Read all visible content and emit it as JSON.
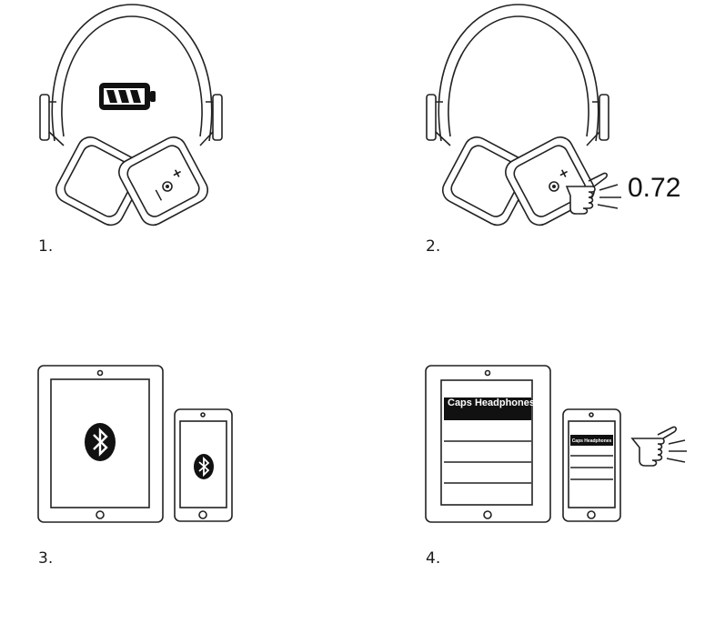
{
  "steps": [
    {
      "number": "1.",
      "icon": "battery-charging-icon"
    },
    {
      "number": "2.",
      "icon": "press-button-hand-icon",
      "value": "0.72"
    },
    {
      "number": "3.",
      "icon": "bluetooth-icon"
    },
    {
      "number": "4.",
      "icon": "select-device-hand-icon",
      "device_name": "Caps Headphones"
    }
  ],
  "headphone_buttons": {
    "minus": "−",
    "plus": "+"
  }
}
